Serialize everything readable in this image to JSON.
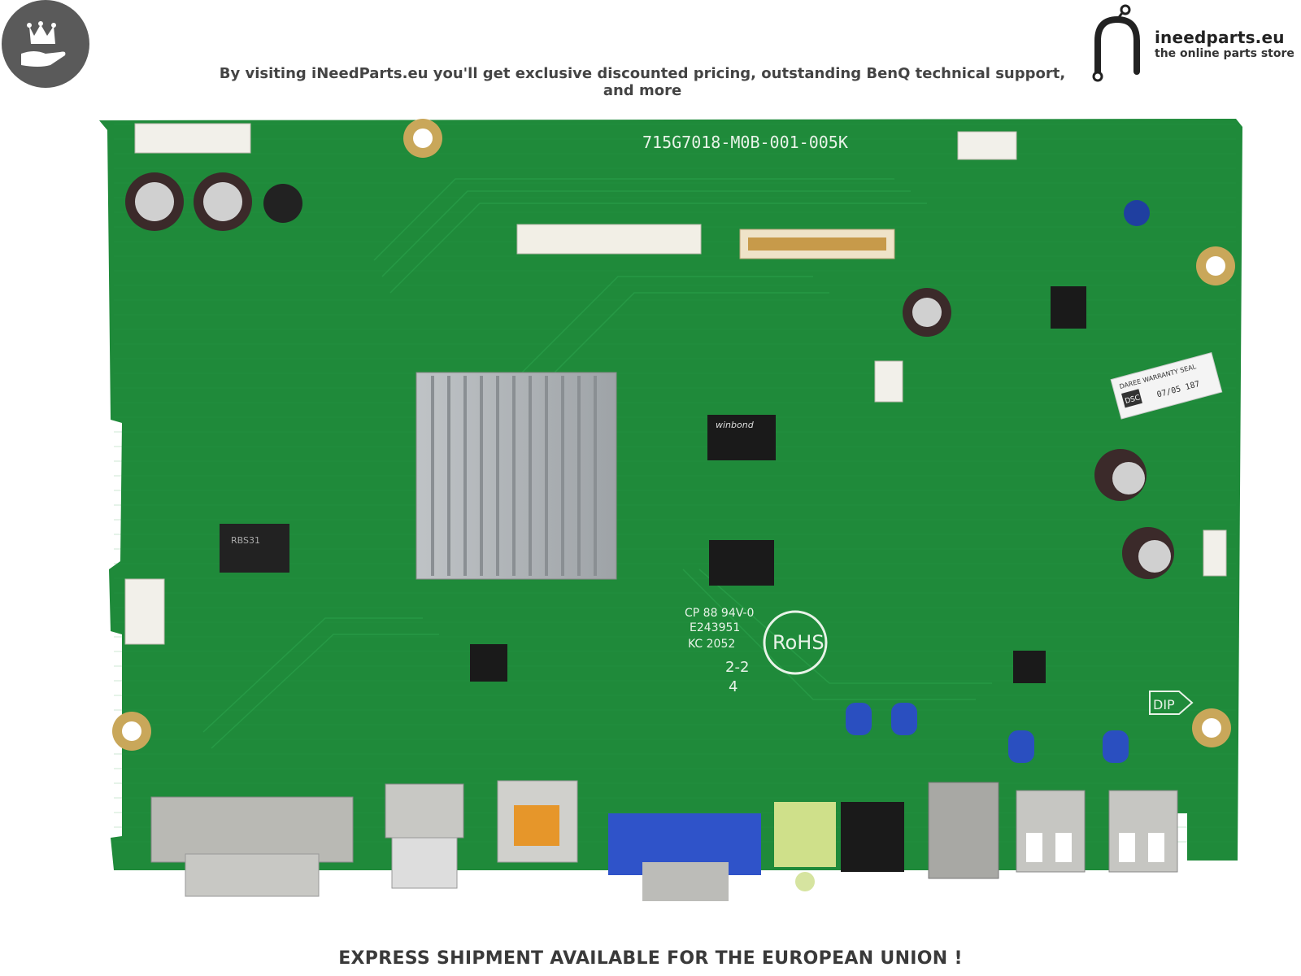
{
  "header": {
    "tagline": "By visiting iNeedParts.eu you'll get exclusive discounted pricing, outstanding BenQ technical support, and more",
    "crown_icon": "crown-hand-icon",
    "badge_color": "#5a5a5a"
  },
  "brand": {
    "name": "ineedparts.eu",
    "subtitle": "the online parts store",
    "logo_icon": "n-circuit-logo-icon"
  },
  "board": {
    "part_number": "715G7018-M0B-001-005K",
    "pcb_color": "#1f8a3a",
    "chip_brand": "winbond",
    "rohs": "RoHS",
    "cert_lines": [
      "CP 88 94V-0",
      "E243951",
      "KC 2052"
    ],
    "rev": "2-2",
    "rev_sub": "4",
    "dip_label": "DIP",
    "seal_lines": [
      "DAREE WARRANTY SEAL",
      "DSC",
      "07/05 187"
    ],
    "ic_label": "RBS31"
  },
  "footer": {
    "text": "EXPRESS SHIPMENT AVAILABLE FOR THE EUROPEAN UNION !"
  }
}
